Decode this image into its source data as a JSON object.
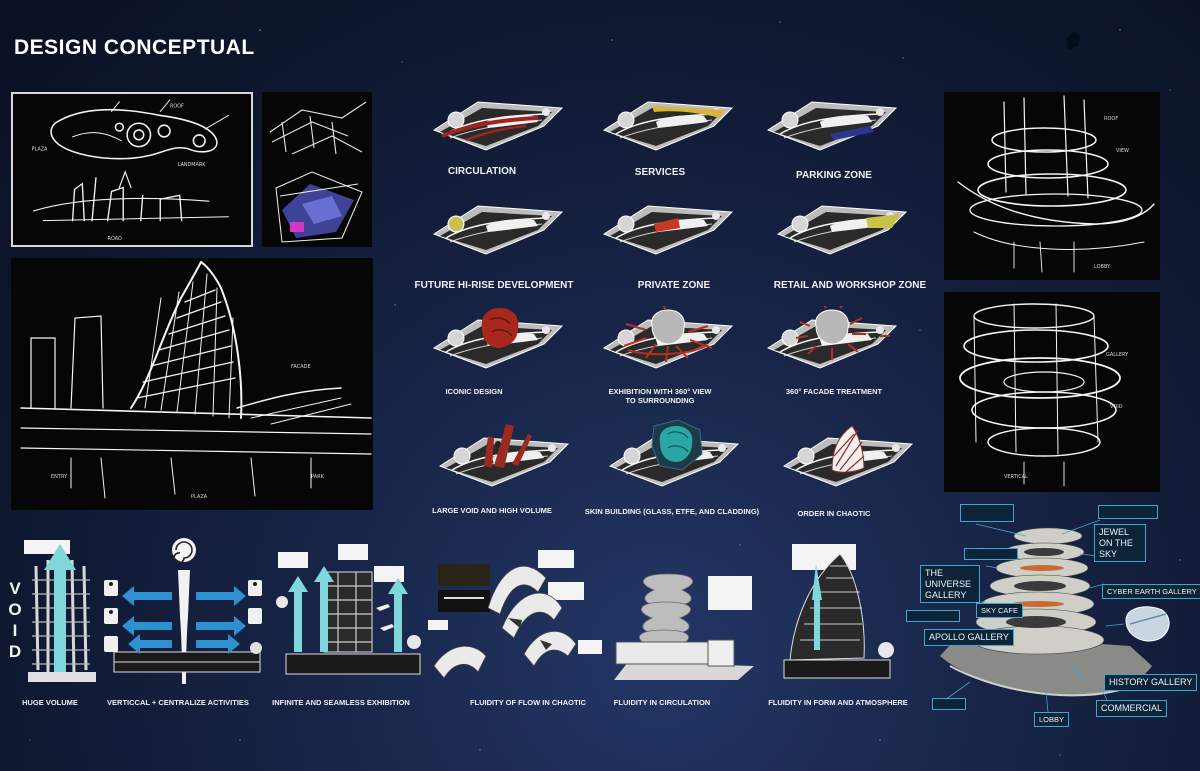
{
  "title": "DESIGN CONCEPTUAL",
  "concept_labels": {
    "circulation": "CIRCULATION",
    "services": "SERVICES",
    "parking_zone": "PARKING ZONE",
    "future_hirise": "FUTURE HI-RISE DEVELOPMENT",
    "private_zone": "PRIVATE ZONE",
    "retail_workshop": "RETAIL AND WORKSHOP ZONE",
    "iconic_design": "ICONIC DESIGN",
    "exhibition_360": "EXHIBITION WITH 360° VIEW TO SURROUNDING",
    "facade_360": "360° FACADE TREATMENT",
    "large_void": "LARGE VOID AND HIGH VOLUME",
    "skin_building": "SKIN BUILDING (GLASS, ETFE, AND CLADDING)",
    "order_chaotic": "ORDER IN CHAOTIC"
  },
  "bottom_labels": {
    "void_letters": [
      "V",
      "O",
      "I",
      "D"
    ],
    "huge_volume": "HUGE VOLUME",
    "vertical_centralize": "VERTICCAL + CENTRALIZE ACTIVITIES",
    "infinite_exhibition": "INFINITE AND SEAMLESS EXHIBITION",
    "fluidity_flow": "FLUIDITY OF FLOW IN CHAOTIC",
    "fluidity_circulation": "FLUIDITY IN CIRCULATION",
    "fluidity_form": "FLUIDITY IN FORM AND ATMOSPHERE"
  },
  "section_tags": {
    "jewel_sky": "JEWEL ON THE SKY",
    "universe_gallery": "THE UNIVERSE GALLERY",
    "apollo_gallery": "APOLLO GALLERY",
    "history_gallery": "HISTORY GALLERY",
    "commercial": "COMMERCIAL",
    "lobby": "LOBBY",
    "sky_cafe": "SKY CAFE",
    "cyber_earth_gallery": "CYBER EARTH GALLERY"
  },
  "colors": {
    "circulation": "#a3241f",
    "services": "#d8b53a",
    "parking": "#2a3690",
    "future_hirise": "#c9c24a",
    "private": "#c43a24",
    "retail": "#c9c24a",
    "iconic": "#a8281e",
    "skin": "#2aa7a4",
    "void_arrow": "#7fd7dc",
    "tag_border": "#3aa7d4"
  }
}
